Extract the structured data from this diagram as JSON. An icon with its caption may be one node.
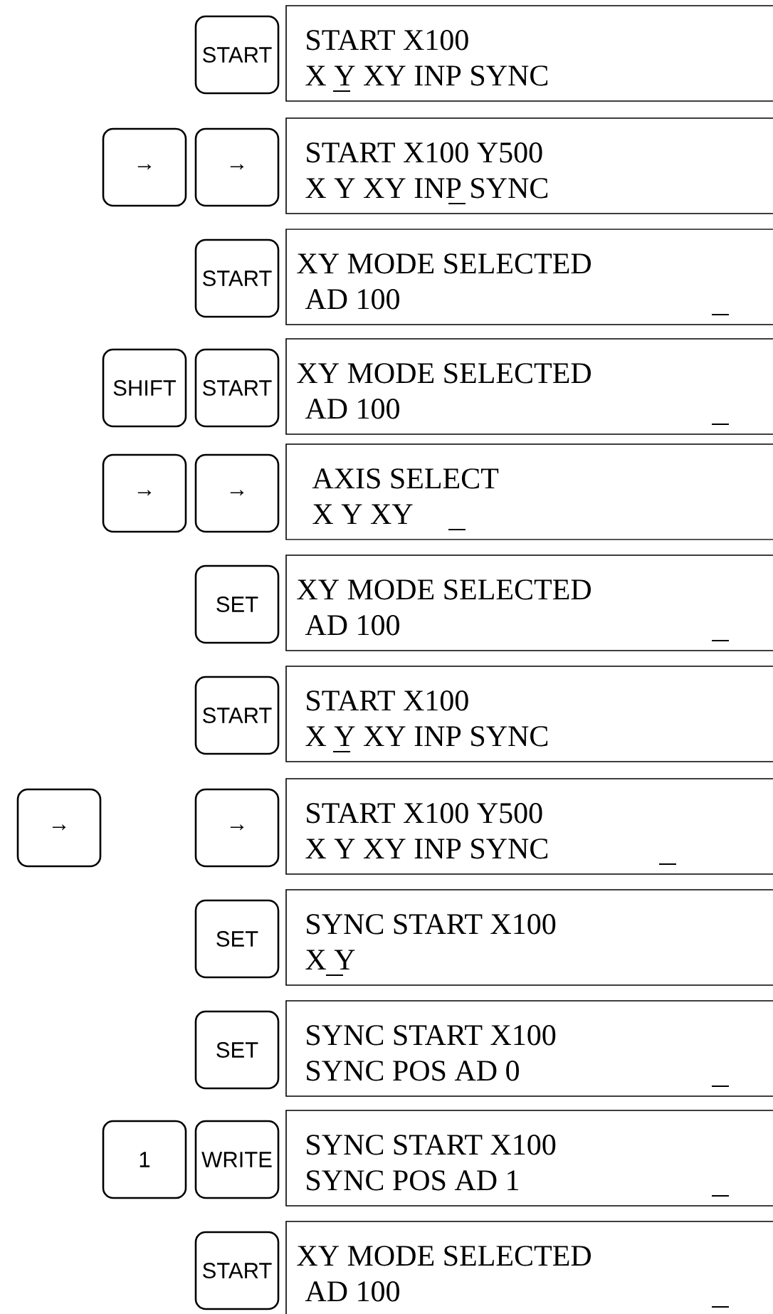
{
  "diagram": {
    "nodes": [
      {
        "text": [
          "START"
        ]
      },
      {
        "text": [
          "START X100",
          "X Y XY INP SYNC"
        ]
      },
      {
        "text": [
          "→"
        ]
      },
      {
        "text": [
          "→"
        ]
      },
      {
        "text": [
          "START X100 Y500",
          "X Y XY INP SYNC"
        ]
      },
      {
        "text": [
          "START"
        ]
      },
      {
        "text": [
          "XY MODE SELECTED",
          "AD 100"
        ]
      },
      {
        "text": [
          "SHIFT"
        ]
      },
      {
        "text": [
          "START"
        ]
      },
      {
        "text": [
          "XY MODE SELECTED",
          "AD 100"
        ]
      },
      {
        "text": [
          "→"
        ]
      },
      {
        "text": [
          "→"
        ]
      },
      {
        "text": [
          "AXIS SELECT",
          "X Y XY"
        ]
      },
      {
        "text": [
          "SET"
        ]
      },
      {
        "text": [
          "XY MODE SELECTED",
          "AD 100"
        ]
      },
      {
        "text": [
          "START"
        ]
      },
      {
        "text": [
          "START X100",
          "X Y XY INP SYNC"
        ]
      },
      {
        "text": [
          "→"
        ]
      },
      {
        "text": [
          "→"
        ]
      },
      {
        "text": [
          "START X100 Y500",
          "X Y XY INP SYNC"
        ]
      },
      {
        "text": [
          "SET"
        ]
      },
      {
        "text": [
          "SYNC START X100",
          "X Y"
        ]
      },
      {
        "text": [
          "SET"
        ]
      },
      {
        "text": [
          "SYNC START X100",
          "SYNC POS AD 0"
        ]
      },
      {
        "text": [
          "1"
        ]
      },
      {
        "text": [
          "WRITE"
        ]
      },
      {
        "text": [
          "SYNC START X100",
          "SYNC POS AD 1"
        ]
      },
      {
        "text": [
          "START"
        ]
      },
      {
        "text": [
          "XY MODE SELECTED",
          "AD 100"
        ]
      }
    ]
  }
}
